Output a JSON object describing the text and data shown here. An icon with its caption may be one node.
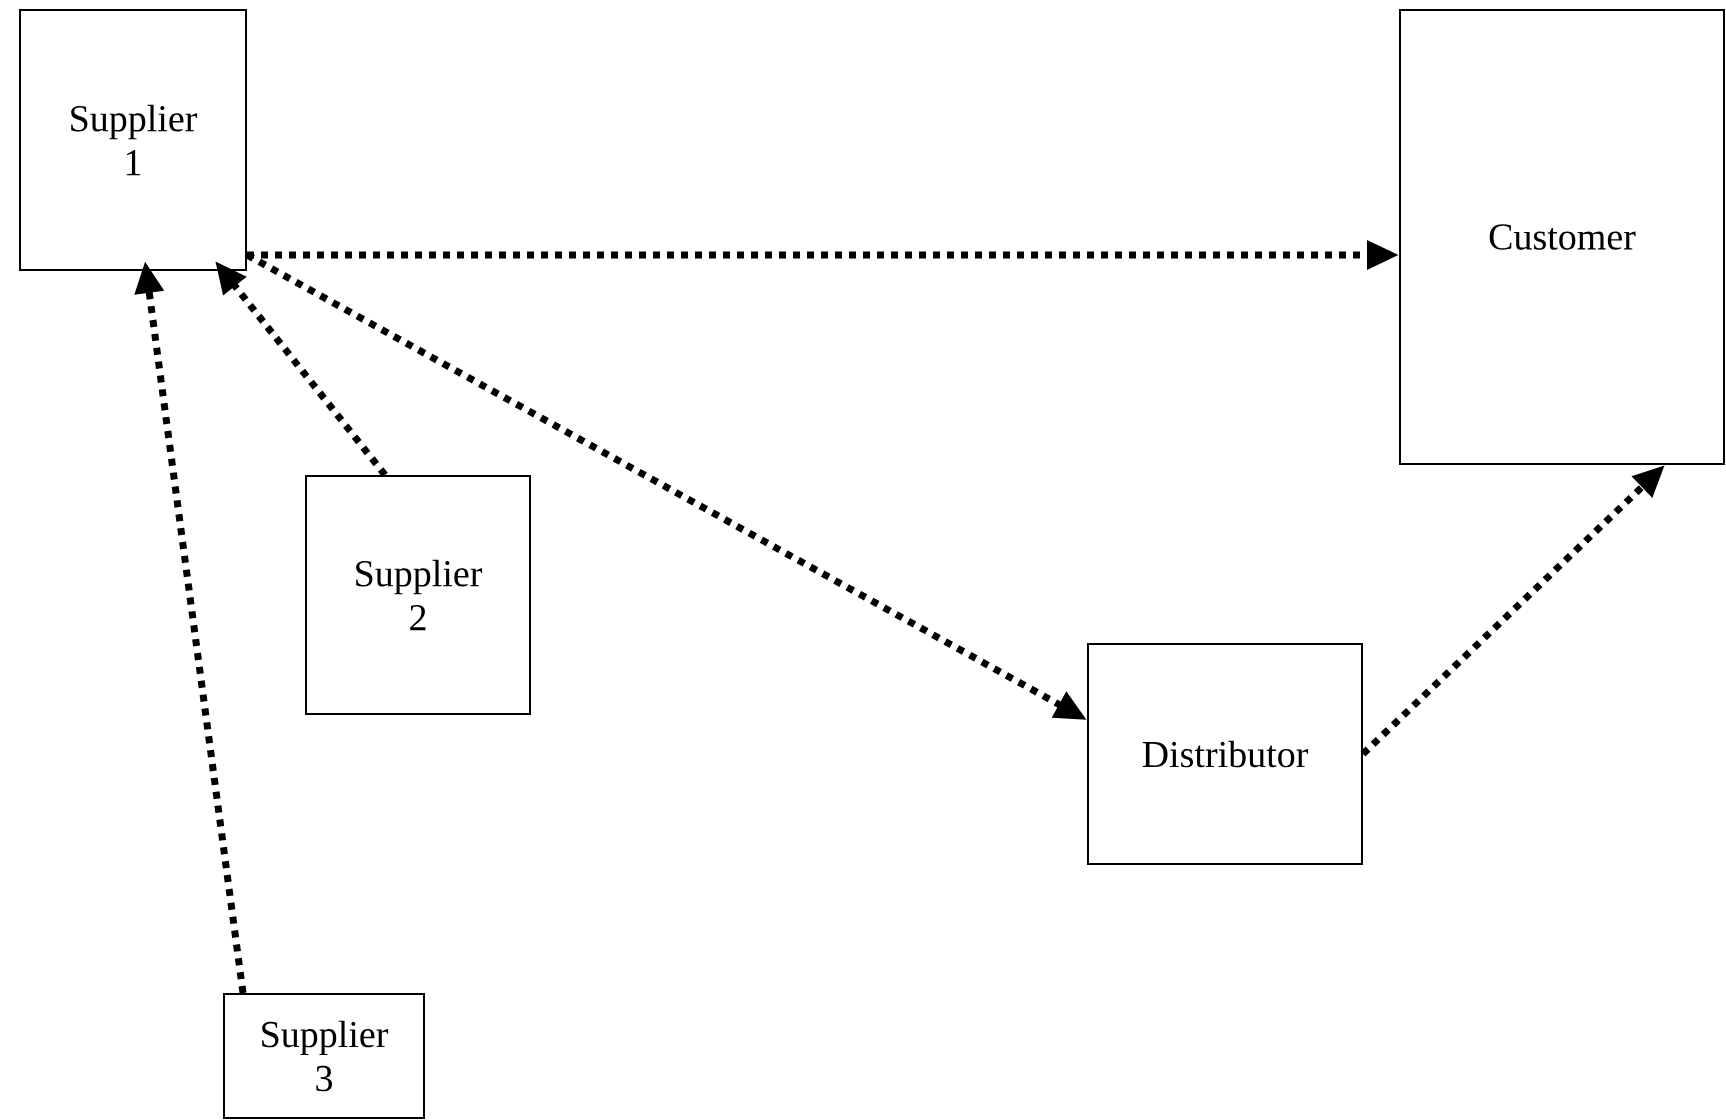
{
  "diagram": {
    "nodes": [
      {
        "text": [
          "Supplier 1"
        ]
      },
      {
        "text": [
          "Customer"
        ]
      },
      {
        "text": [
          "Supplier 2"
        ]
      },
      {
        "text": [
          "Distributor"
        ]
      },
      {
        "text": [
          "Supplier 3"
        ]
      }
    ],
    "edges": [
      {
        "from": 0,
        "to": 1,
        "arrow": "to"
      },
      {
        "from": 0,
        "to": 3,
        "arrow": "to"
      },
      {
        "from": 2,
        "to": 0,
        "arrow": "to"
      },
      {
        "from": 4,
        "to": 0,
        "arrow": "to"
      },
      {
        "from": 3,
        "to": 1,
        "arrow": "to"
      }
    ]
  }
}
